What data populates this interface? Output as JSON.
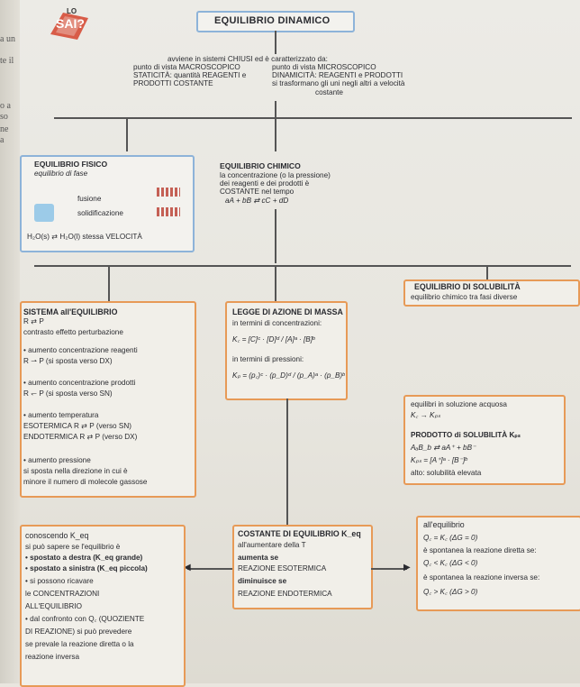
{
  "title": "EQUILIBRIO DINAMICO",
  "sai": {
    "text": "SAI?",
    "sub": "LO"
  },
  "edge": [
    "a un",
    "te il",
    "o a",
    "so",
    "ne",
    "a"
  ],
  "intro": {
    "line1": "avviene in sistemi CHIUSI ed è caratterizzato da:",
    "left1": "punto di vista MACROSCOPICO",
    "left2": "STATICITÀ: quantità REAGENTI e",
    "left3": "PRODOTTI COSTANTE",
    "right1": "punto di vista MICROSCOPICO",
    "right2": "DINAMICITÀ: REAGENTI e PRODOTTI",
    "right3": "si trasformano gli uni negli altri a velocità",
    "right4": "costante"
  },
  "fisico": {
    "title": "EQUILIBRIO FISICO",
    "sub": "equilibrio di fase",
    "fusione": "fusione",
    "solid": "solidificazione",
    "eq": "H₂O(s) ⇄ H₂O(l)  stessa VELOCITÀ"
  },
  "chimico": {
    "title": "EQUILIBRIO CHIMICO",
    "l1": "la concentrazione (o la pressione)",
    "l2": "dei reagenti e dei prodotti è",
    "l3": "COSTANTE nel tempo",
    "eq": "aA + bB ⇄ cC + dD"
  },
  "sistema": {
    "title": "SISTEMA all'EQUILIBRIO",
    "r": "R ⇄ P",
    "l1": "contrasto effetto perturbazione",
    "l2": "• aumento concentrazione reagenti",
    "l3": "R ⇀ P (si sposta verso DX)",
    "l4": "• aumento concentrazione prodotti",
    "l5": "R ↽ P (si sposta verso SN)",
    "l6": "• aumento temperatura",
    "l7": "ESOTERMICA R ⇄ P (verso SN)",
    "l8": "ENDOTERMICA R ⇄ P (verso DX)",
    "l9": "• aumento pressione",
    "l10": "si sposta nella direzione in cui è",
    "l11": "minore il numero di molecole gassose"
  },
  "legge": {
    "title": "LEGGE DI AZIONE DI MASSA",
    "l1": "in termini di concentrazioni:",
    "kc": "K꜀ = [C]ᶜ · [D]ᵈ / [A]ᵃ · [B]ᵇ",
    "l2": "in termini di pressioni:",
    "kp": "Kₚ = (p꜀)ᶜ · (p_D)ᵈ / (p_A)ᵃ · (p_B)ᵇ"
  },
  "solub": {
    "title": "EQUILIBRIO DI SOLUBILITÀ",
    "sub": "equilibrio chimico tra fasi diverse",
    "l1": "equilibri in soluzione acquosa",
    "l2": "K꜀ → Kₚₛ",
    "l3": "PRODOTTO di SOLUBILITÀ Kₚₛ",
    "l4": "AₐB_b ⇄ aA⁺ + bB⁻",
    "l5": "Kₚₛ = [A⁺]ᵃ · [B⁻]ᵇ",
    "l6": "alto: solubilità elevata"
  },
  "costante": {
    "title": "COSTANTE DI EQUILIBRIO K_eq",
    "l1": "all'aumentare della T",
    "l2": "aumenta se",
    "l3": "REAZIONE ESOTERMICA",
    "l4": "diminuisce se",
    "l5": "REAZIONE ENDOTERMICA"
  },
  "conoscendo": {
    "l1": "conoscendo K_eq",
    "l2": "si può sapere se l'equilibrio è",
    "l3": "• spostato a destra (K_eq grande)",
    "l4": "• spostato a sinistra (K_eq piccola)",
    "l5": "• si possono ricavare",
    "l6": "le CONCENTRAZIONI",
    "l7": "ALL'EQUILIBRIO",
    "l8": "• dal confronto con Q꜀ (QUOZIENTE",
    "l9": "DI REAZIONE) si può prevedere",
    "l10": "se prevale la reazione diretta o la",
    "l11": "reazione inversa"
  },
  "allequil": {
    "l1": "all'equilibrio",
    "l2": "Q꜀ = K꜀ (ΔG = 0)",
    "l3": "è spontanea la reazione diretta se:",
    "l4": "Q꜀ < K꜀ (ΔG < 0)",
    "l5": "è spontanea la reazione inversa se:",
    "l6": "Q꜀ > K꜀ (ΔG > 0)"
  }
}
